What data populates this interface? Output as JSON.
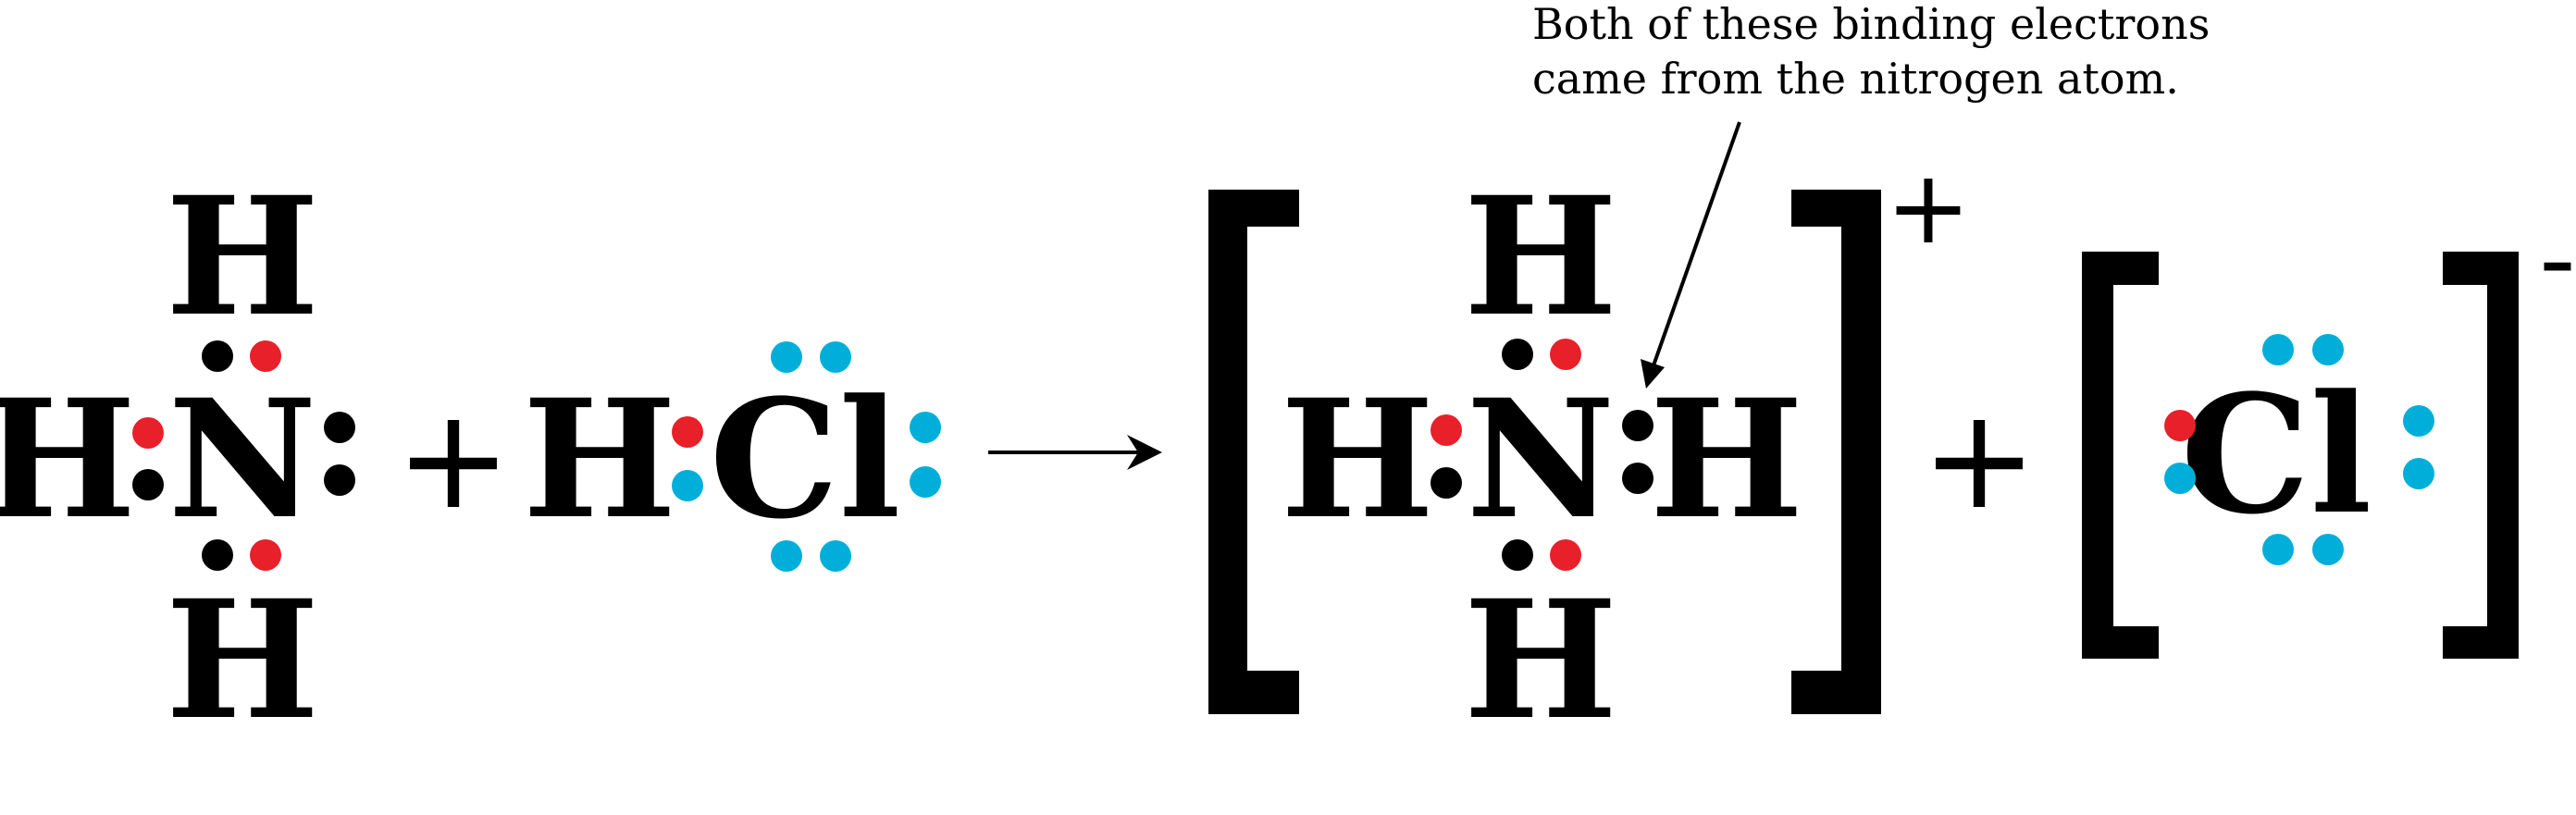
{
  "annotation": {
    "line1": "Both of these binding electrons",
    "line2": "came from the nitrogen atom."
  },
  "reactants": {
    "ammonia": {
      "h_top": "H",
      "h_left": "H",
      "n": "N",
      "h_bottom": "H"
    },
    "plus": "+",
    "hcl": {
      "h": "H",
      "cl": "Cl"
    }
  },
  "products": {
    "ammonium": {
      "h_top": "H",
      "h_left": "H",
      "n": "N",
      "h_right": "H",
      "h_bottom": "H",
      "charge": "+"
    },
    "plus": "+",
    "chloride": {
      "cl": "Cl",
      "charge": "-"
    }
  },
  "colors": {
    "nitrogen_electron": "#000000",
    "hydrogen_electron": "#e8202a",
    "chlorine_electron": "#00afd9"
  }
}
